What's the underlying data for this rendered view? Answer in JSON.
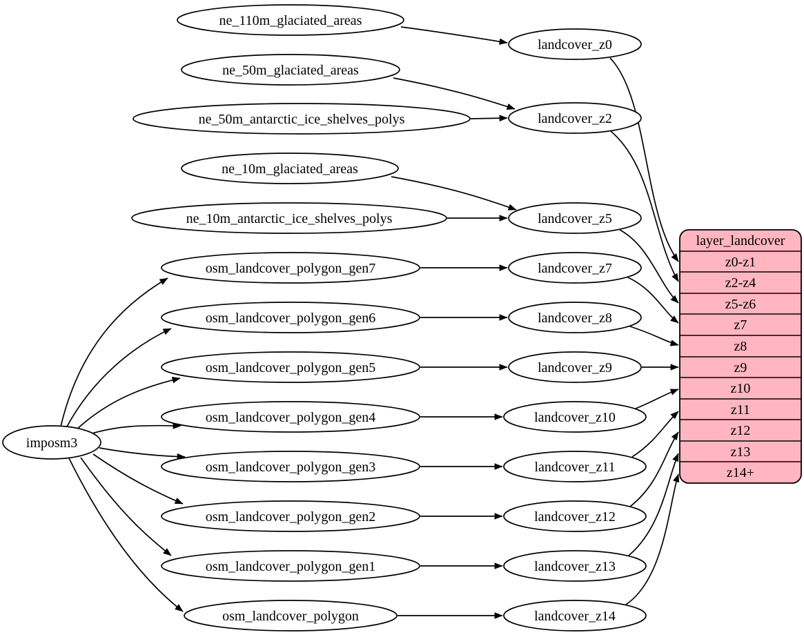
{
  "graph": {
    "importer": "imposm3",
    "sources": [
      "ne_110m_glaciated_areas",
      "ne_50m_glaciated_areas",
      "ne_50m_antarctic_ice_shelves_polys",
      "ne_10m_glaciated_areas",
      "ne_10m_antarctic_ice_shelves_polys",
      "osm_landcover_polygon_gen7",
      "osm_landcover_polygon_gen6",
      "osm_landcover_polygon_gen5",
      "osm_landcover_polygon_gen4",
      "osm_landcover_polygon_gen3",
      "osm_landcover_polygon_gen2",
      "osm_landcover_polygon_gen1",
      "osm_landcover_polygon"
    ],
    "tables": [
      "landcover_z0",
      "landcover_z2",
      "landcover_z5",
      "landcover_z7",
      "landcover_z8",
      "landcover_z9",
      "landcover_z10",
      "landcover_z11",
      "landcover_z12",
      "landcover_z13",
      "landcover_z14"
    ],
    "layer": {
      "title": "layer_landcover",
      "rows": [
        "z0-z1",
        "z2-z4",
        "z5-z6",
        "z7",
        "z8",
        "z9",
        "z10",
        "z11",
        "z12",
        "z13",
        "z14+"
      ]
    },
    "colors": {
      "record_fill": "#ffb6c1",
      "node_fill": "#ffffff",
      "stroke": "#000000"
    },
    "edges": [
      [
        "imposm3",
        "osm_landcover_polygon_gen7"
      ],
      [
        "imposm3",
        "osm_landcover_polygon_gen6"
      ],
      [
        "imposm3",
        "osm_landcover_polygon_gen5"
      ],
      [
        "imposm3",
        "osm_landcover_polygon_gen4"
      ],
      [
        "imposm3",
        "osm_landcover_polygon_gen3"
      ],
      [
        "imposm3",
        "osm_landcover_polygon_gen2"
      ],
      [
        "imposm3",
        "osm_landcover_polygon_gen1"
      ],
      [
        "imposm3",
        "osm_landcover_polygon"
      ],
      [
        "ne_110m_glaciated_areas",
        "landcover_z0"
      ],
      [
        "ne_50m_glaciated_areas",
        "landcover_z2"
      ],
      [
        "ne_50m_antarctic_ice_shelves_polys",
        "landcover_z2"
      ],
      [
        "ne_10m_glaciated_areas",
        "landcover_z5"
      ],
      [
        "ne_10m_antarctic_ice_shelves_polys",
        "landcover_z5"
      ],
      [
        "osm_landcover_polygon_gen7",
        "landcover_z7"
      ],
      [
        "osm_landcover_polygon_gen6",
        "landcover_z8"
      ],
      [
        "osm_landcover_polygon_gen5",
        "landcover_z9"
      ],
      [
        "osm_landcover_polygon_gen4",
        "landcover_z10"
      ],
      [
        "osm_landcover_polygon_gen3",
        "landcover_z11"
      ],
      [
        "osm_landcover_polygon_gen2",
        "landcover_z12"
      ],
      [
        "osm_landcover_polygon_gen1",
        "landcover_z13"
      ],
      [
        "osm_landcover_polygon",
        "landcover_z14"
      ],
      [
        "landcover_z0",
        "layer_landcover:z0-z1"
      ],
      [
        "landcover_z2",
        "layer_landcover:z2-z4"
      ],
      [
        "landcover_z5",
        "layer_landcover:z5-z6"
      ],
      [
        "landcover_z7",
        "layer_landcover:z7"
      ],
      [
        "landcover_z8",
        "layer_landcover:z8"
      ],
      [
        "landcover_z9",
        "layer_landcover:z9"
      ],
      [
        "landcover_z10",
        "layer_landcover:z10"
      ],
      [
        "landcover_z11",
        "layer_landcover:z11"
      ],
      [
        "landcover_z12",
        "layer_landcover:z12"
      ],
      [
        "landcover_z13",
        "layer_landcover:z13"
      ],
      [
        "landcover_z14",
        "layer_landcover:z14+"
      ]
    ]
  }
}
